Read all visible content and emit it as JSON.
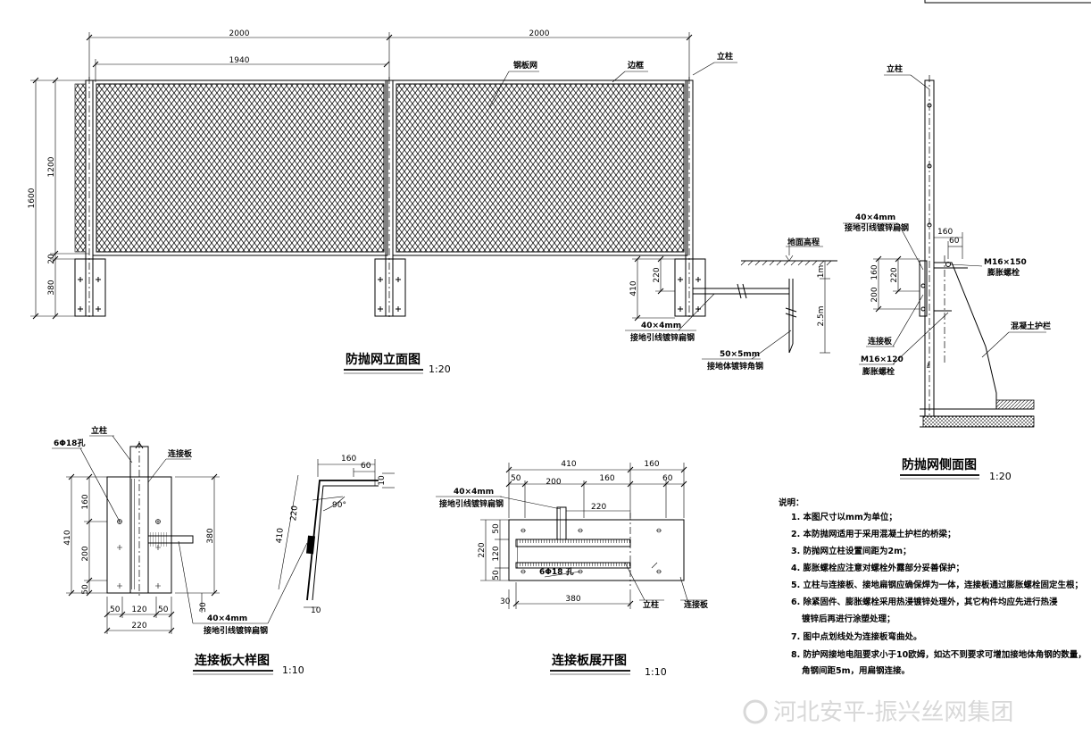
{
  "elevation": {
    "title": "防抛网立面图",
    "scale": "1:20",
    "dims": {
      "span1": "2000",
      "span2": "2000",
      "mesh_width": "1940",
      "total_h": "1600",
      "mesh_h": "1200",
      "gap": "20",
      "base": "380",
      "ground_h": "220",
      "ground_d": "410",
      "rod_1": "1m",
      "rod_2": "2.5m"
    },
    "labels": {
      "mesh": "钢板网",
      "frame": "边框",
      "post": "立柱",
      "ground": "地面高程",
      "flat_steel_1": "40×4mm",
      "flat_steel_2": "接地引线镀锌扁钢",
      "angle_1": "50×5mm",
      "angle_2": "接地体镀锌角钢"
    }
  },
  "side": {
    "title": "防抛网侧面图",
    "scale": "1:20",
    "dims": {
      "w160": "160",
      "w60": "60",
      "h160": "160",
      "h220": "220",
      "h200": "200"
    },
    "labels": {
      "post": "立柱",
      "flat_1": "40×4mm",
      "flat_2": "接地引线镀锌扁钢",
      "bolt_a1": "M16×150",
      "bolt_a2": "膨胀螺栓",
      "guard": "混凝土护栏",
      "plate": "连接板",
      "bolt_b1": "M16×120",
      "bolt_b2": "膨胀螺栓"
    }
  },
  "detail": {
    "title": "连接板大样图",
    "scale": "1:10",
    "dims": {
      "h410": "410",
      "h160": "160",
      "h200": "200",
      "h50": "50",
      "w50a": "50",
      "w120": "120",
      "w50b": "50",
      "w220": "220",
      "v380": "380",
      "t30": "30",
      "b160": "160",
      "b60": "60",
      "b10": "10",
      "b220": "220",
      "b410": "410",
      "angle": "90°",
      "b10b": "10"
    },
    "labels": {
      "hole": "6Φ18孔",
      "post": "立柱",
      "plate": "连接板",
      "flat_1": "40×4mm",
      "flat_2": "接地引线镀锌扁钢"
    }
  },
  "unfold": {
    "title": "连接板展开图",
    "scale": "1:10",
    "dims": {
      "w410": "410",
      "w160a": "160",
      "w50": "50",
      "w200": "200",
      "w160b": "160",
      "w60": "60",
      "w220": "220",
      "h220": "220",
      "h50a": "50",
      "h120": "120",
      "h50b": "50",
      "w30": "30",
      "w380": "380"
    },
    "labels": {
      "flat_1": "40×4mm",
      "flat_2": "接地引线镀锌扁钢",
      "hole": "6Φ18 孔",
      "post": "立柱",
      "plate": "连接板"
    }
  },
  "notes": {
    "head": "说明：",
    "items": [
      "1. 本图尺寸以mm为单位；",
      "2. 本防抛网适用于采用混凝土护栏的桥梁；",
      "3. 防抛网立柱设置间距为2m；",
      "4. 膨胀螺栓应注意对螺栓外露部分妥善保护；",
      "5. 立柱与连接板、接地扁钢应确保焊为一体，连接板通过膨胀螺栓固定生根；",
      "6. 除紧固件、膨胀螺栓采用热浸镀锌处理外，其它构件均应先进行热浸",
      "镀锌后再进行涂塑处理；",
      "7. 图中点划线处为连接板弯曲处。",
      "8. 防护网接地电阻要求小于10欧姆，如达不到要求可增加接地体角钢的数量，",
      "角钢间距5m，用扁钢连接。"
    ]
  },
  "watermark": "河北安平-振兴丝网集团",
  "colors": {
    "line": "#000000",
    "watermark": "#d8d8d8"
  }
}
